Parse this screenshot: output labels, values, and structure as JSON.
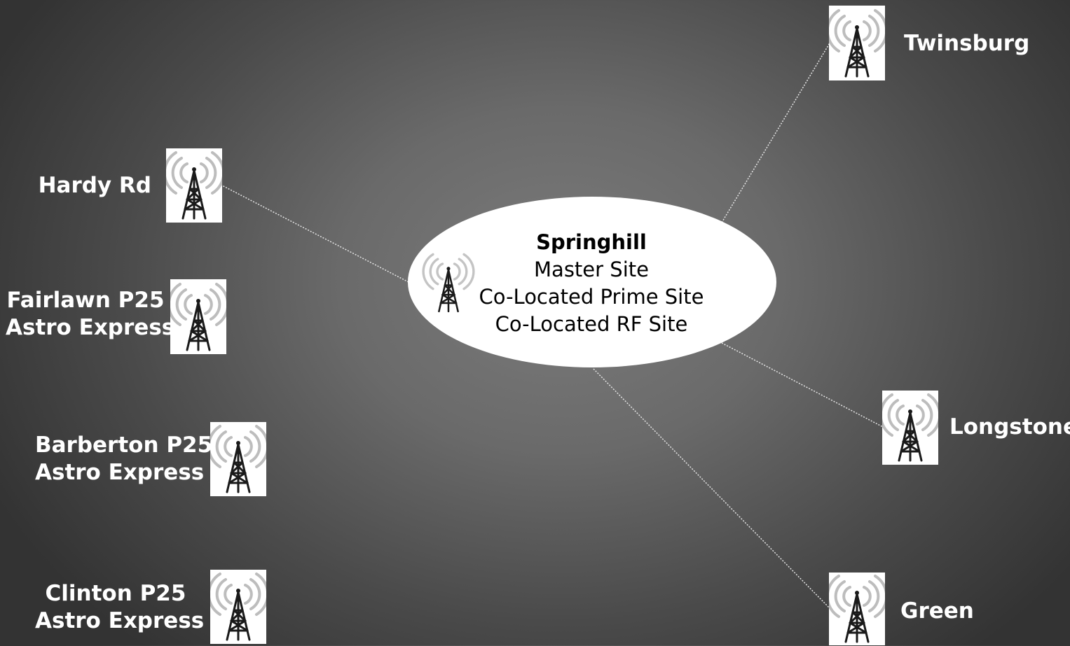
{
  "hub": {
    "name": "Springhill",
    "roles": [
      "Master Site",
      "Co-Located Prime Site",
      "Co-Located RF Site"
    ],
    "icon": "radio-tower-icon"
  },
  "sites": {
    "twinsburg": {
      "name": "Twinsburg",
      "icon": "radio-tower-icon"
    },
    "hardy_rd": {
      "name": "Hardy Rd",
      "icon": "radio-tower-icon"
    },
    "fairlawn": {
      "line1": "Fairlawn P25",
      "line2": "Astro Express",
      "icon": "radio-tower-icon"
    },
    "barberton": {
      "line1": "Barberton P25",
      "line2": "Astro Express",
      "icon": "radio-tower-icon"
    },
    "clinton": {
      "line1": "Clinton P25",
      "line2": "Astro Express",
      "icon": "radio-tower-icon"
    },
    "longstone": {
      "name": "Longstone",
      "icon": "radio-tower-icon"
    },
    "green": {
      "name": "Green",
      "icon": "radio-tower-icon"
    }
  },
  "colors": {
    "label": "#ffffff",
    "link": "#e6e6e6",
    "hub_fill": "#ffffff",
    "tower": "#1a1a1a",
    "waves": "#bdbdbd"
  }
}
